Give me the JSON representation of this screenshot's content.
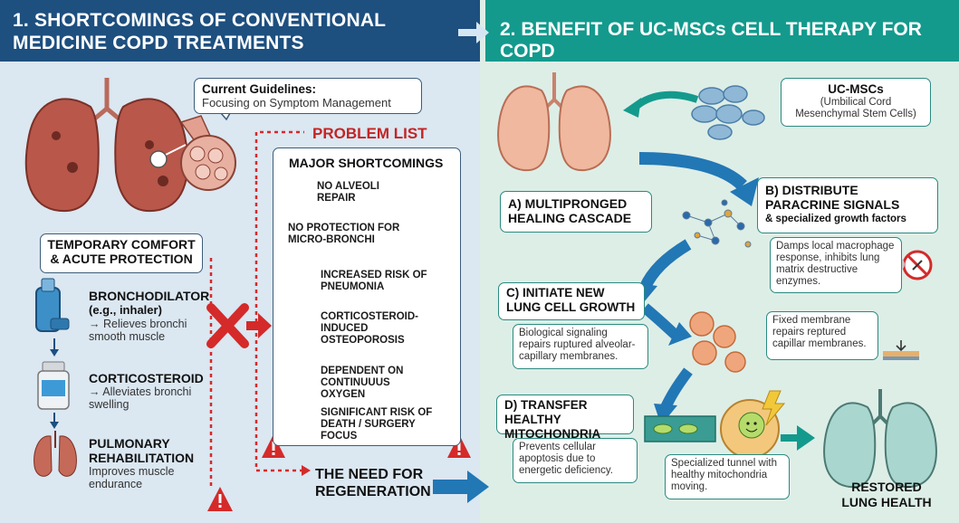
{
  "left": {
    "header": "1. SHORTCOMINGS OF CONVENTIONAL MEDICINE COPD TREATMENTS",
    "guidelines_title": "Current Guidelines:",
    "guidelines_text": "Focusing on Symptom Management",
    "problem_list": "PROBLEM LIST",
    "major_title": "MAJOR SHORTCOMINGS",
    "shortcomings": [
      {
        "text": "NO ALVEOLI REPAIR",
        "icon": "no-alveoli-icon"
      },
      {
        "text": "NO PROTECTION FOR MICRO-BRONCHI",
        "icon": "broken-bronchi-icon"
      },
      {
        "text": "INCREASED RISK OF PNEUMONIA",
        "icon": "virus-icon"
      },
      {
        "text": "CORTICOSTEROID-INDUCED OSTEOPOROSIS",
        "icon": "bone-icon"
      },
      {
        "text": "DEPENDENT ON CONTINUUUS OXYGEN",
        "icon": "oxygen-mask-icon"
      },
      {
        "text": "SIGNIFICANT RISK OF DEATH / SURGERY FOCUS",
        "icon": "skull-icon"
      }
    ],
    "temp_comfort": "TEMPORARY COMFORT & ACUTE PROTECTION",
    "treatments": [
      {
        "title": "BRONCHODILATOR",
        "sub": "(e.g., inhaler)",
        "desc": "→ Relieves bronchi smooth muscle",
        "icon": "inhaler-icon"
      },
      {
        "title": "CORTICOSTEROID",
        "sub": "",
        "desc": "→ Alleviates bronchi swelling",
        "icon": "medicine-bottle-icon"
      },
      {
        "title": "PULMONARY REHABILITATION",
        "sub": "",
        "desc": "Improves muscle endurance",
        "icon": "lungs-icon"
      }
    ],
    "need_regen": "THE NEED FOR REGENERATION"
  },
  "right": {
    "header": "2. BENEFIT OF UC-MSCs CELL THERAPY FOR COPD",
    "ucmsc_title": "UC-MSCs",
    "ucmsc_sub": "(Umbilical Cord Mesenchymal Stem Cells)",
    "a_title": "A)  MULTIPRONGED HEALING CASCADE",
    "b_title": "B) DISTRIBUTE PARACRINE SIGNALS",
    "b_sub": "& specialized growth factors",
    "b_desc": "Damps local macrophage response, inhibits lung matrix destructive enzymes.",
    "c_title": "C) INITIATE NEW LUNG CELL GROWTH",
    "c_desc": "Biological signaling repairs ruptured alveolar-capillary membranes.",
    "fixed_desc": "Fixed membrane repairs reptured capillar membranes.",
    "d_title": "D) TRANSFER HEALTHY MITOCHONDRIA",
    "d_desc": "Prevents cellular apoptosis due to energetic deficiency.",
    "tunnel_desc": "Specialized tunnel with healthy mitochondria moving.",
    "restored": "RESTORED LUNG HEALTH"
  },
  "colors": {
    "navy": "#1d4f7f",
    "teal": "#139a8d",
    "red": "#d42a2a",
    "lung": "#e6a88d",
    "healthy_lung": "#a9d6cf",
    "arrow_blue": "#2277b5"
  }
}
